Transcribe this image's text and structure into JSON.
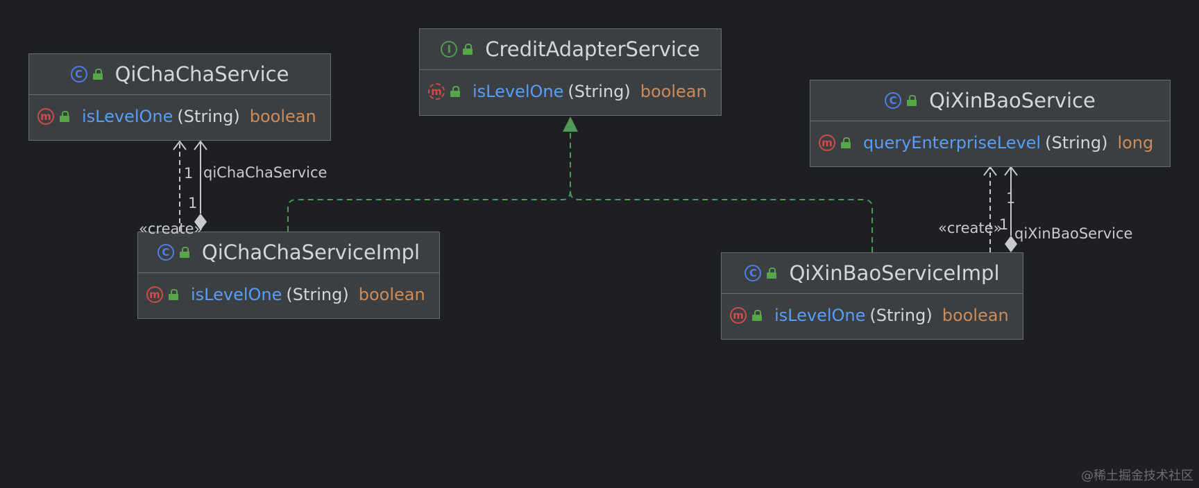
{
  "classes": {
    "credit_adapter": {
      "kind_icon": "interface-icon",
      "kind_letter": "I",
      "name": "CreditAdapterService",
      "method": {
        "icon": "abstract-method-icon",
        "letter": "m",
        "name": "isLevelOne",
        "params": "(String)",
        "return_type": "boolean"
      }
    },
    "qichacha_service": {
      "kind_icon": "class-icon",
      "kind_letter": "C",
      "name": "QiChaChaService",
      "method": {
        "icon": "method-icon",
        "letter": "m",
        "name": "isLevelOne",
        "params": "(String)",
        "return_type": "boolean"
      }
    },
    "qixinbao_service": {
      "kind_icon": "class-icon",
      "kind_letter": "C",
      "name": "QiXinBaoService",
      "method": {
        "icon": "method-icon",
        "letter": "m",
        "name": "queryEnterpriseLevel",
        "params": "(String)",
        "return_type": "long"
      }
    },
    "qichacha_impl": {
      "kind_icon": "class-icon",
      "kind_letter": "C",
      "name": "QiChaChaServiceImpl",
      "method": {
        "icon": "method-icon",
        "letter": "m",
        "name": "isLevelOne",
        "params": "(String)",
        "return_type": "boolean"
      }
    },
    "qixinbao_impl": {
      "kind_icon": "class-icon",
      "kind_letter": "C",
      "name": "QiXinBaoServiceImpl",
      "method": {
        "icon": "method-icon",
        "letter": "m",
        "name": "isLevelOne",
        "params": "(String)",
        "return_type": "boolean"
      }
    }
  },
  "relations": {
    "qichacha_create": "«create»",
    "qichacha_mult_target": "1",
    "qichacha_mult_source": "1",
    "qichacha_field": "qiChaChaService",
    "qixinbao_create": "«create»",
    "qixinbao_mult_target": "1",
    "qixinbao_mult_source": "1",
    "qixinbao_field": "qiXinBaoService"
  },
  "colors": {
    "background": "#1e1f22",
    "class_fill": "#3c3f41",
    "class_border": "#6b6e70",
    "class_icon": "#4d7fe8",
    "interface_icon": "#4e9a56",
    "method_icon": "#d04b4b",
    "method_name": "#589df6",
    "return_type": "#cc8b5a",
    "realization_line": "#4e9a56",
    "association_line": "#c8cacd"
  },
  "watermark": "@稀土掘金技术社区"
}
